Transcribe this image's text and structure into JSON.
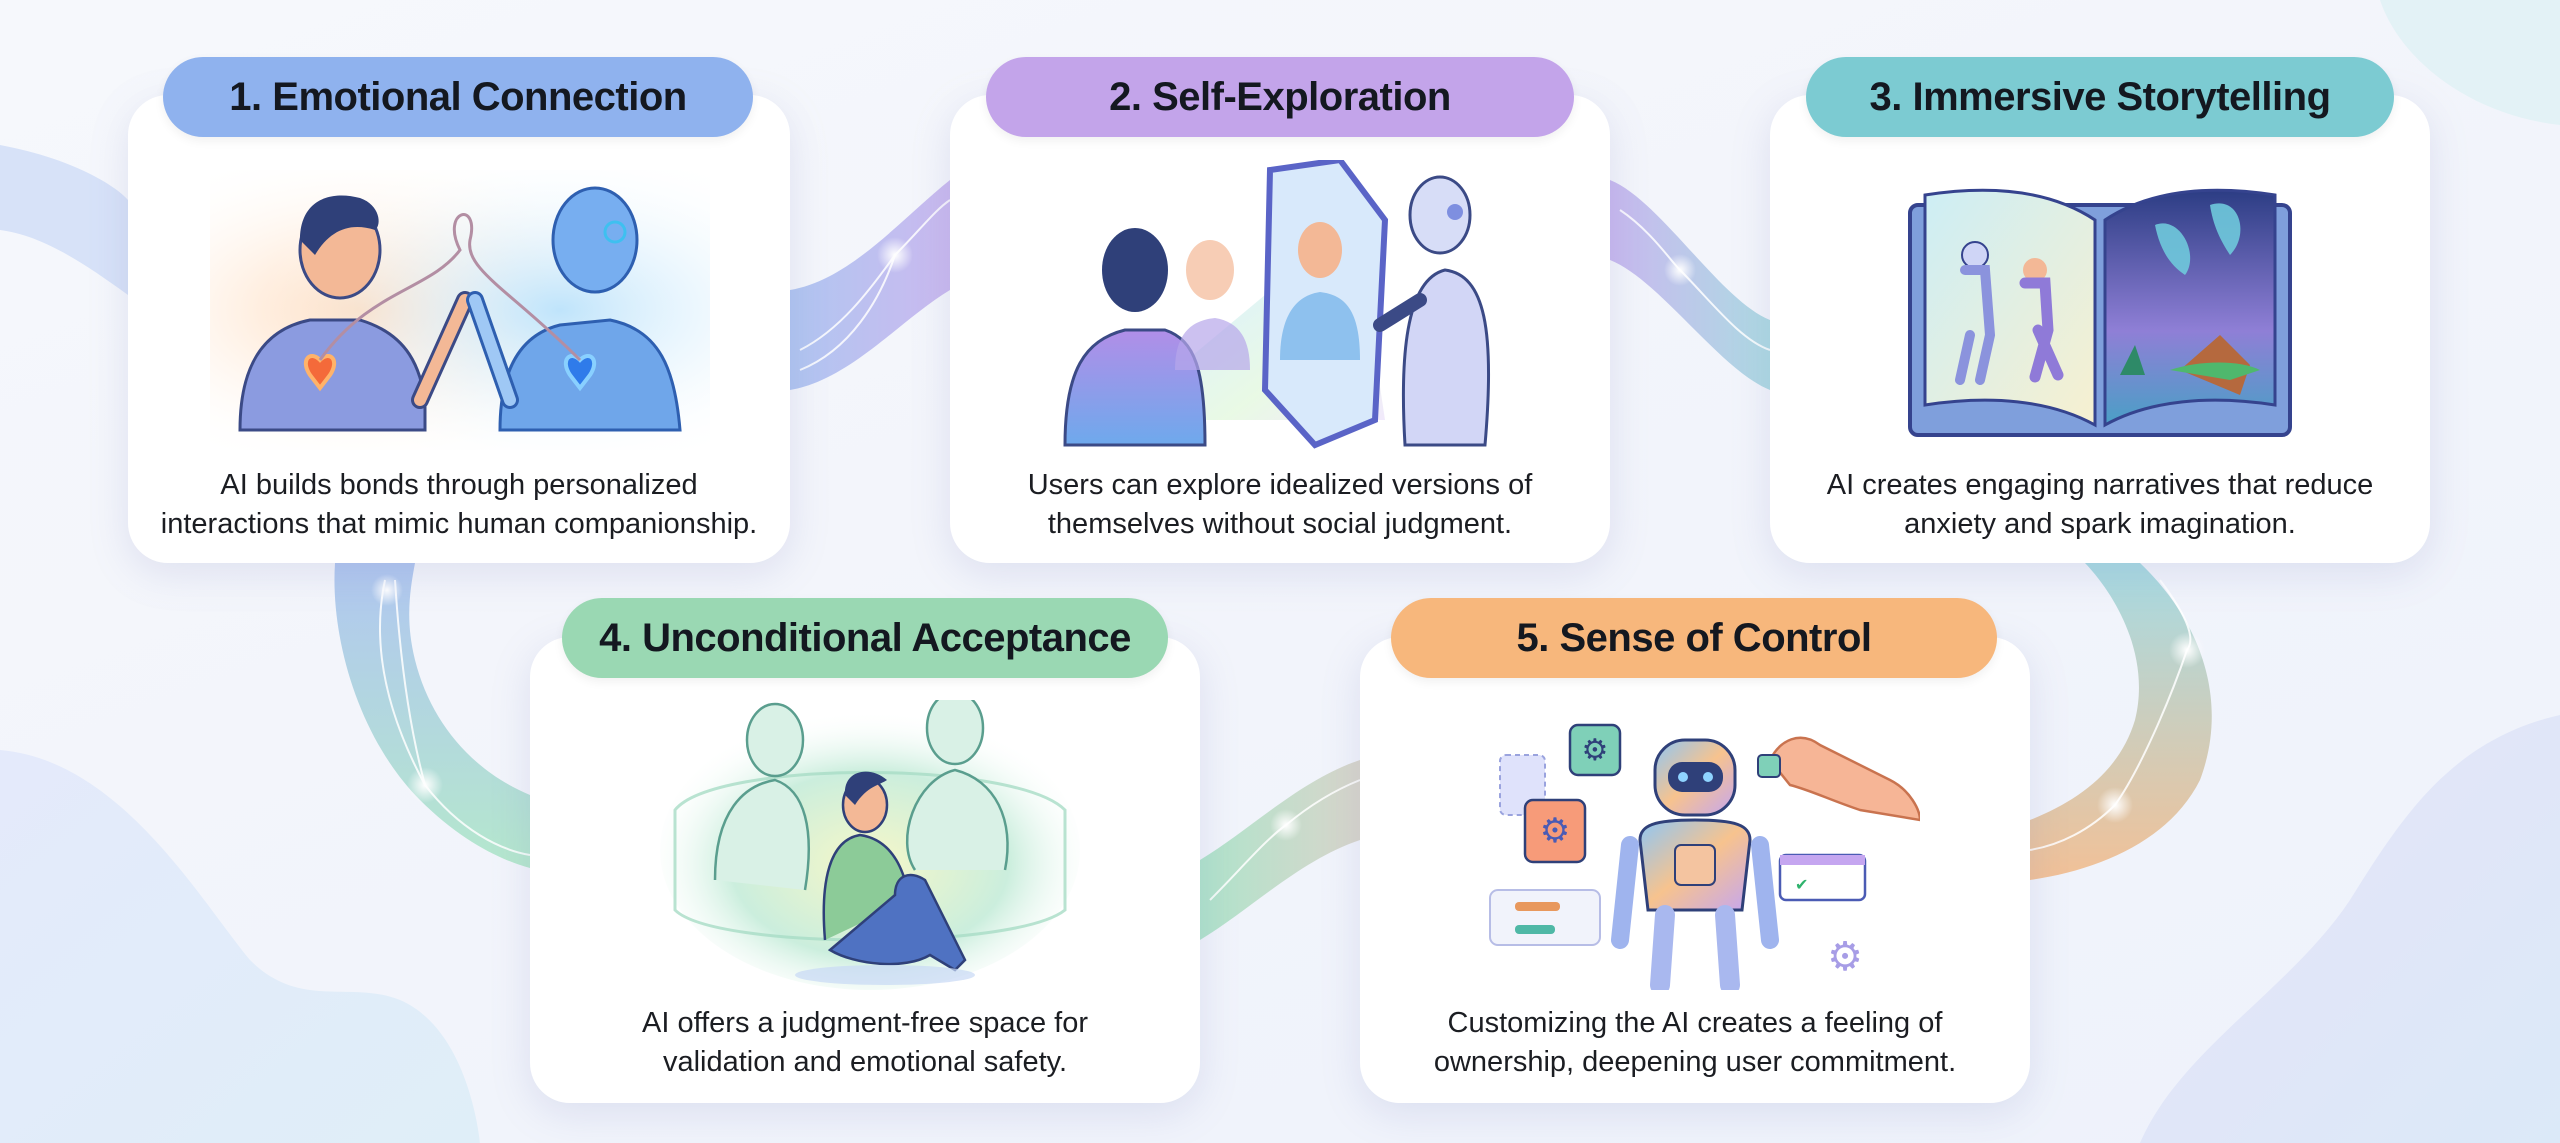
{
  "diagram": {
    "layout": "two-row flow of five numbered cards connected by a glowing ribbon",
    "colors": {
      "emotional_connection": "#8fb2ee",
      "self_exploration": "#c3a4ea",
      "immersive_storytelling": "#7ccbd2",
      "unconditional_acceptance": "#9ad8b3",
      "sense_of_control": "#f7b77c"
    },
    "cards": [
      {
        "number": 1,
        "title": "1. Emotional Connection",
        "illustration": "person-and-robot-hearts-icon",
        "description_line1": "AI builds bonds through personalized",
        "description_line2": "interactions that mimic human companionship."
      },
      {
        "number": 2,
        "title": "2. Self-Exploration",
        "illustration": "person-mirror-robot-icon",
        "description_line1": "Users can explore idealized versions of",
        "description_line2": "themselves without social judgment."
      },
      {
        "number": 3,
        "title": "3. Immersive Storytelling",
        "illustration": "open-storybook-icon",
        "description_line1": "AI creates engaging narratives that reduce",
        "description_line2": "anxiety and spark imagination."
      },
      {
        "number": 4,
        "title": "4. Unconditional Acceptance",
        "illustration": "supportive-figures-icon",
        "description_line1": "AI offers a judgment-free space for",
        "description_line2": "validation and emotional safety."
      },
      {
        "number": 5,
        "title": "5. Sense of Control",
        "illustration": "customizable-robot-icon",
        "description_line1": "Customizing the AI creates a feeling of",
        "description_line2": "ownership, deepening user commitment."
      }
    ]
  }
}
